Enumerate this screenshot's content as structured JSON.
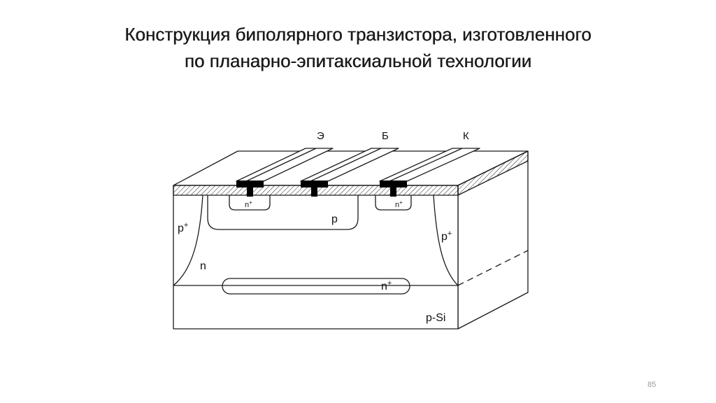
{
  "slide": {
    "title_line1": "Конструкция биполярного транзистора, изготовленного",
    "title_line2": "по планарно-эпитаксиальной технологии",
    "page_number": "85"
  },
  "diagram": {
    "terminals": {
      "emitter": "Э",
      "base": "Б",
      "collector": "К"
    },
    "labels": {
      "emitter_region": "n",
      "emitter_region_sup": "+",
      "collector_contact_region": "n",
      "collector_contact_region_sup": "+",
      "base_region": "p",
      "isolation_left": "p",
      "isolation_left_sup": "+",
      "isolation_right": "p",
      "isolation_right_sup": "+",
      "epi_layer": "n",
      "buried_layer": "n",
      "buried_layer_sup": "+",
      "substrate": "p-Si"
    }
  }
}
